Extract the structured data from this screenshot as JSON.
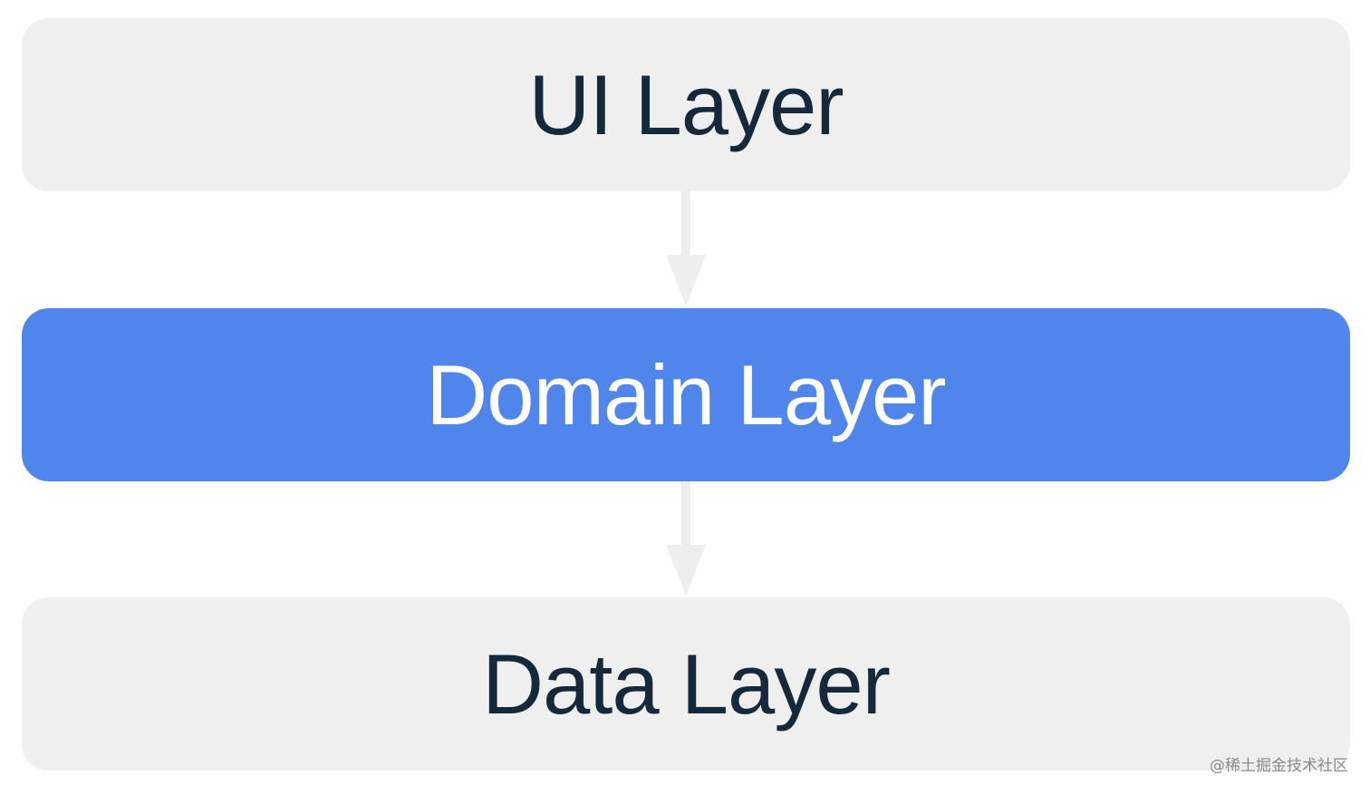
{
  "diagram": {
    "layers": [
      {
        "label": "UI Layer",
        "highlighted": false
      },
      {
        "label": "Domain Layer",
        "highlighted": true
      },
      {
        "label": "Data Layer",
        "highlighted": false
      }
    ],
    "colors": {
      "layer_bg": "#efefef",
      "highlight_bg": "#5085eb",
      "dark_text": "#16293a",
      "light_text": "#ffffff",
      "arrow": "#eeeeee"
    }
  },
  "watermark": "@稀土掘金技术社区"
}
